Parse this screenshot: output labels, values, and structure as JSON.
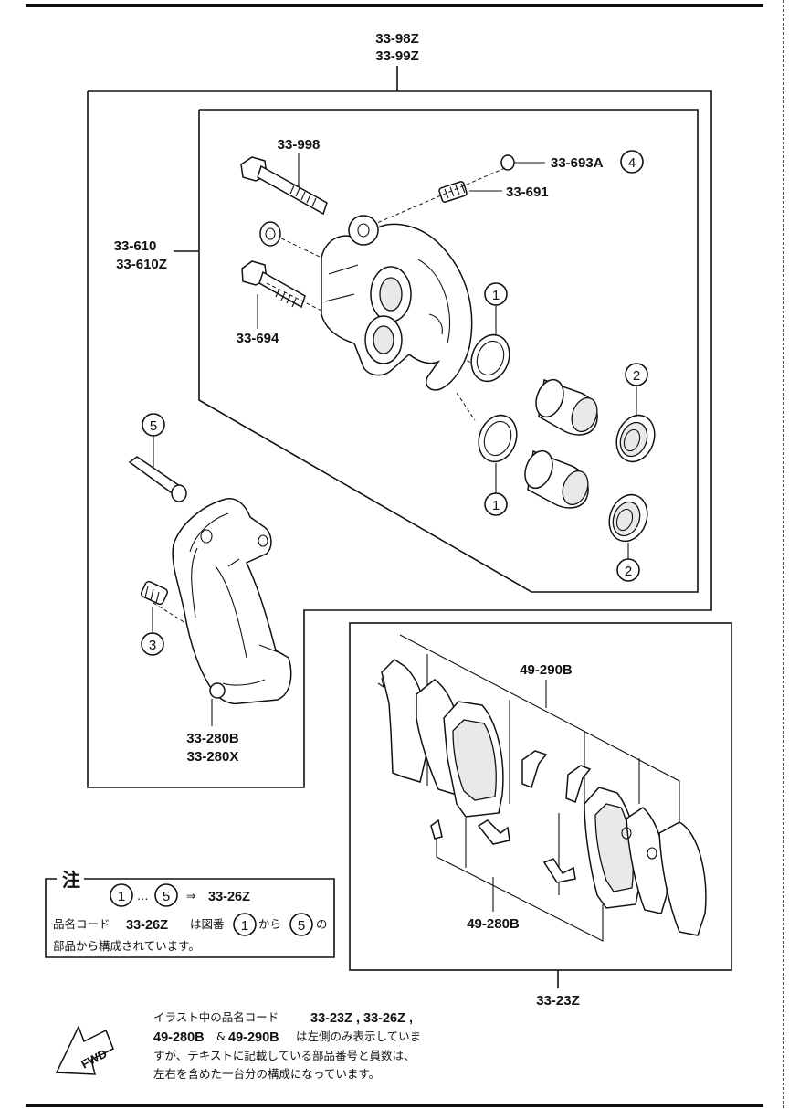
{
  "labels": {
    "top_assembly_1": "33-98Z",
    "top_assembly_2": "33-99Z",
    "caliper_1": "33-610",
    "caliper_2": "33-610Z",
    "bolt_upper": "33-998",
    "bolt_lower": "33-694",
    "cap": "33-693A",
    "bleeder": "33-691",
    "bracket_1": "33-280B",
    "bracket_2": "33-280X",
    "shim": "49-290B",
    "pad_clip": "49-280B",
    "pad_kit": "33-23Z"
  },
  "callouts": {
    "one": "1",
    "two": "2",
    "three": "3",
    "four": "4",
    "five": "5"
  },
  "note": {
    "heading": "注",
    "range_sep": "…",
    "arrow": "⇒",
    "kit": "33-26Z",
    "line2_a": "品名コード",
    "line2_b": "33-26Z",
    "line2_c": "は図番",
    "line2_d": "から",
    "line2_e": "の",
    "line3": "部品から構成されています。"
  },
  "footer_note": {
    "l1_a": "イラスト中の品名コード",
    "l1_b": "33-23Z , 33-26Z ,",
    "l2_a": "49-280B",
    "l2_b": "&",
    "l2_c": "49-290B",
    "l2_d": "は左側のみ表示していま",
    "l3": "すが、テキストに記載している部品番号と員数は、",
    "l4": "左右を含めた一台分の構成になっています。"
  },
  "fwd": "FWD"
}
